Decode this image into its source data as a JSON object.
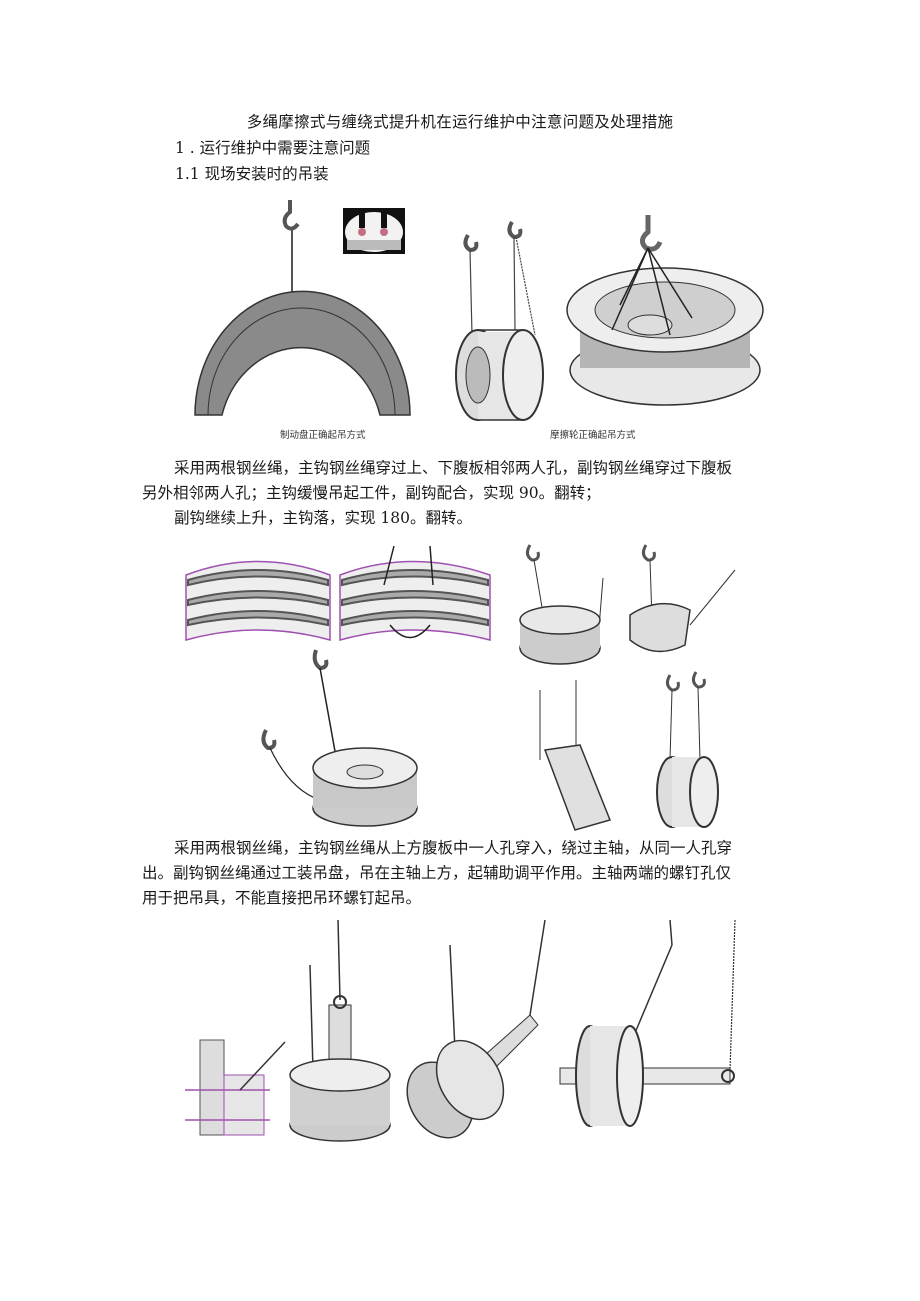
{
  "document": {
    "title": "多绳摩擦式与缠绕式提升机在运行维护中注意问题及处理措施",
    "section_1": "1 . 运行维护中需要注意问题",
    "section_1_1": "1.1  现场安装时的吊装",
    "figure_1": {
      "caption_left": "制动盘正确起吊方式",
      "caption_right": "摩擦轮正确起吊方式"
    },
    "paragraph_1": {
      "line_1": "采用两根钢丝绳，主钩钢丝绳穿过上、下腹板相邻两人孔，副钩钢丝绳穿过下腹板",
      "line_2": "另外相邻两人孔；主钩缓慢吊起工件，副钩配合，实现 90。翻转；",
      "line_3": "副钩继续上升，主钩落，实现 180。翻转。"
    },
    "paragraph_2": {
      "line_1": "采用两根钢丝绳，主钩钢丝绳从上方腹板中一人孔穿入，绕过主轴，从同一人孔穿",
      "line_2": "出。副钩钢丝绳通过工装吊盘，吊在主轴上方，起辅助调平作用。主轴两端的螺钉孔仅",
      "line_3": "用于把吊具，不能直接把吊环螺钉起吊。"
    }
  },
  "colors": {
    "text": "#1a1a1a",
    "part_gray": "#8a8a8a",
    "outline": "#333333",
    "annotation_purple": "#a050b0",
    "inset_bg": "#111111"
  }
}
